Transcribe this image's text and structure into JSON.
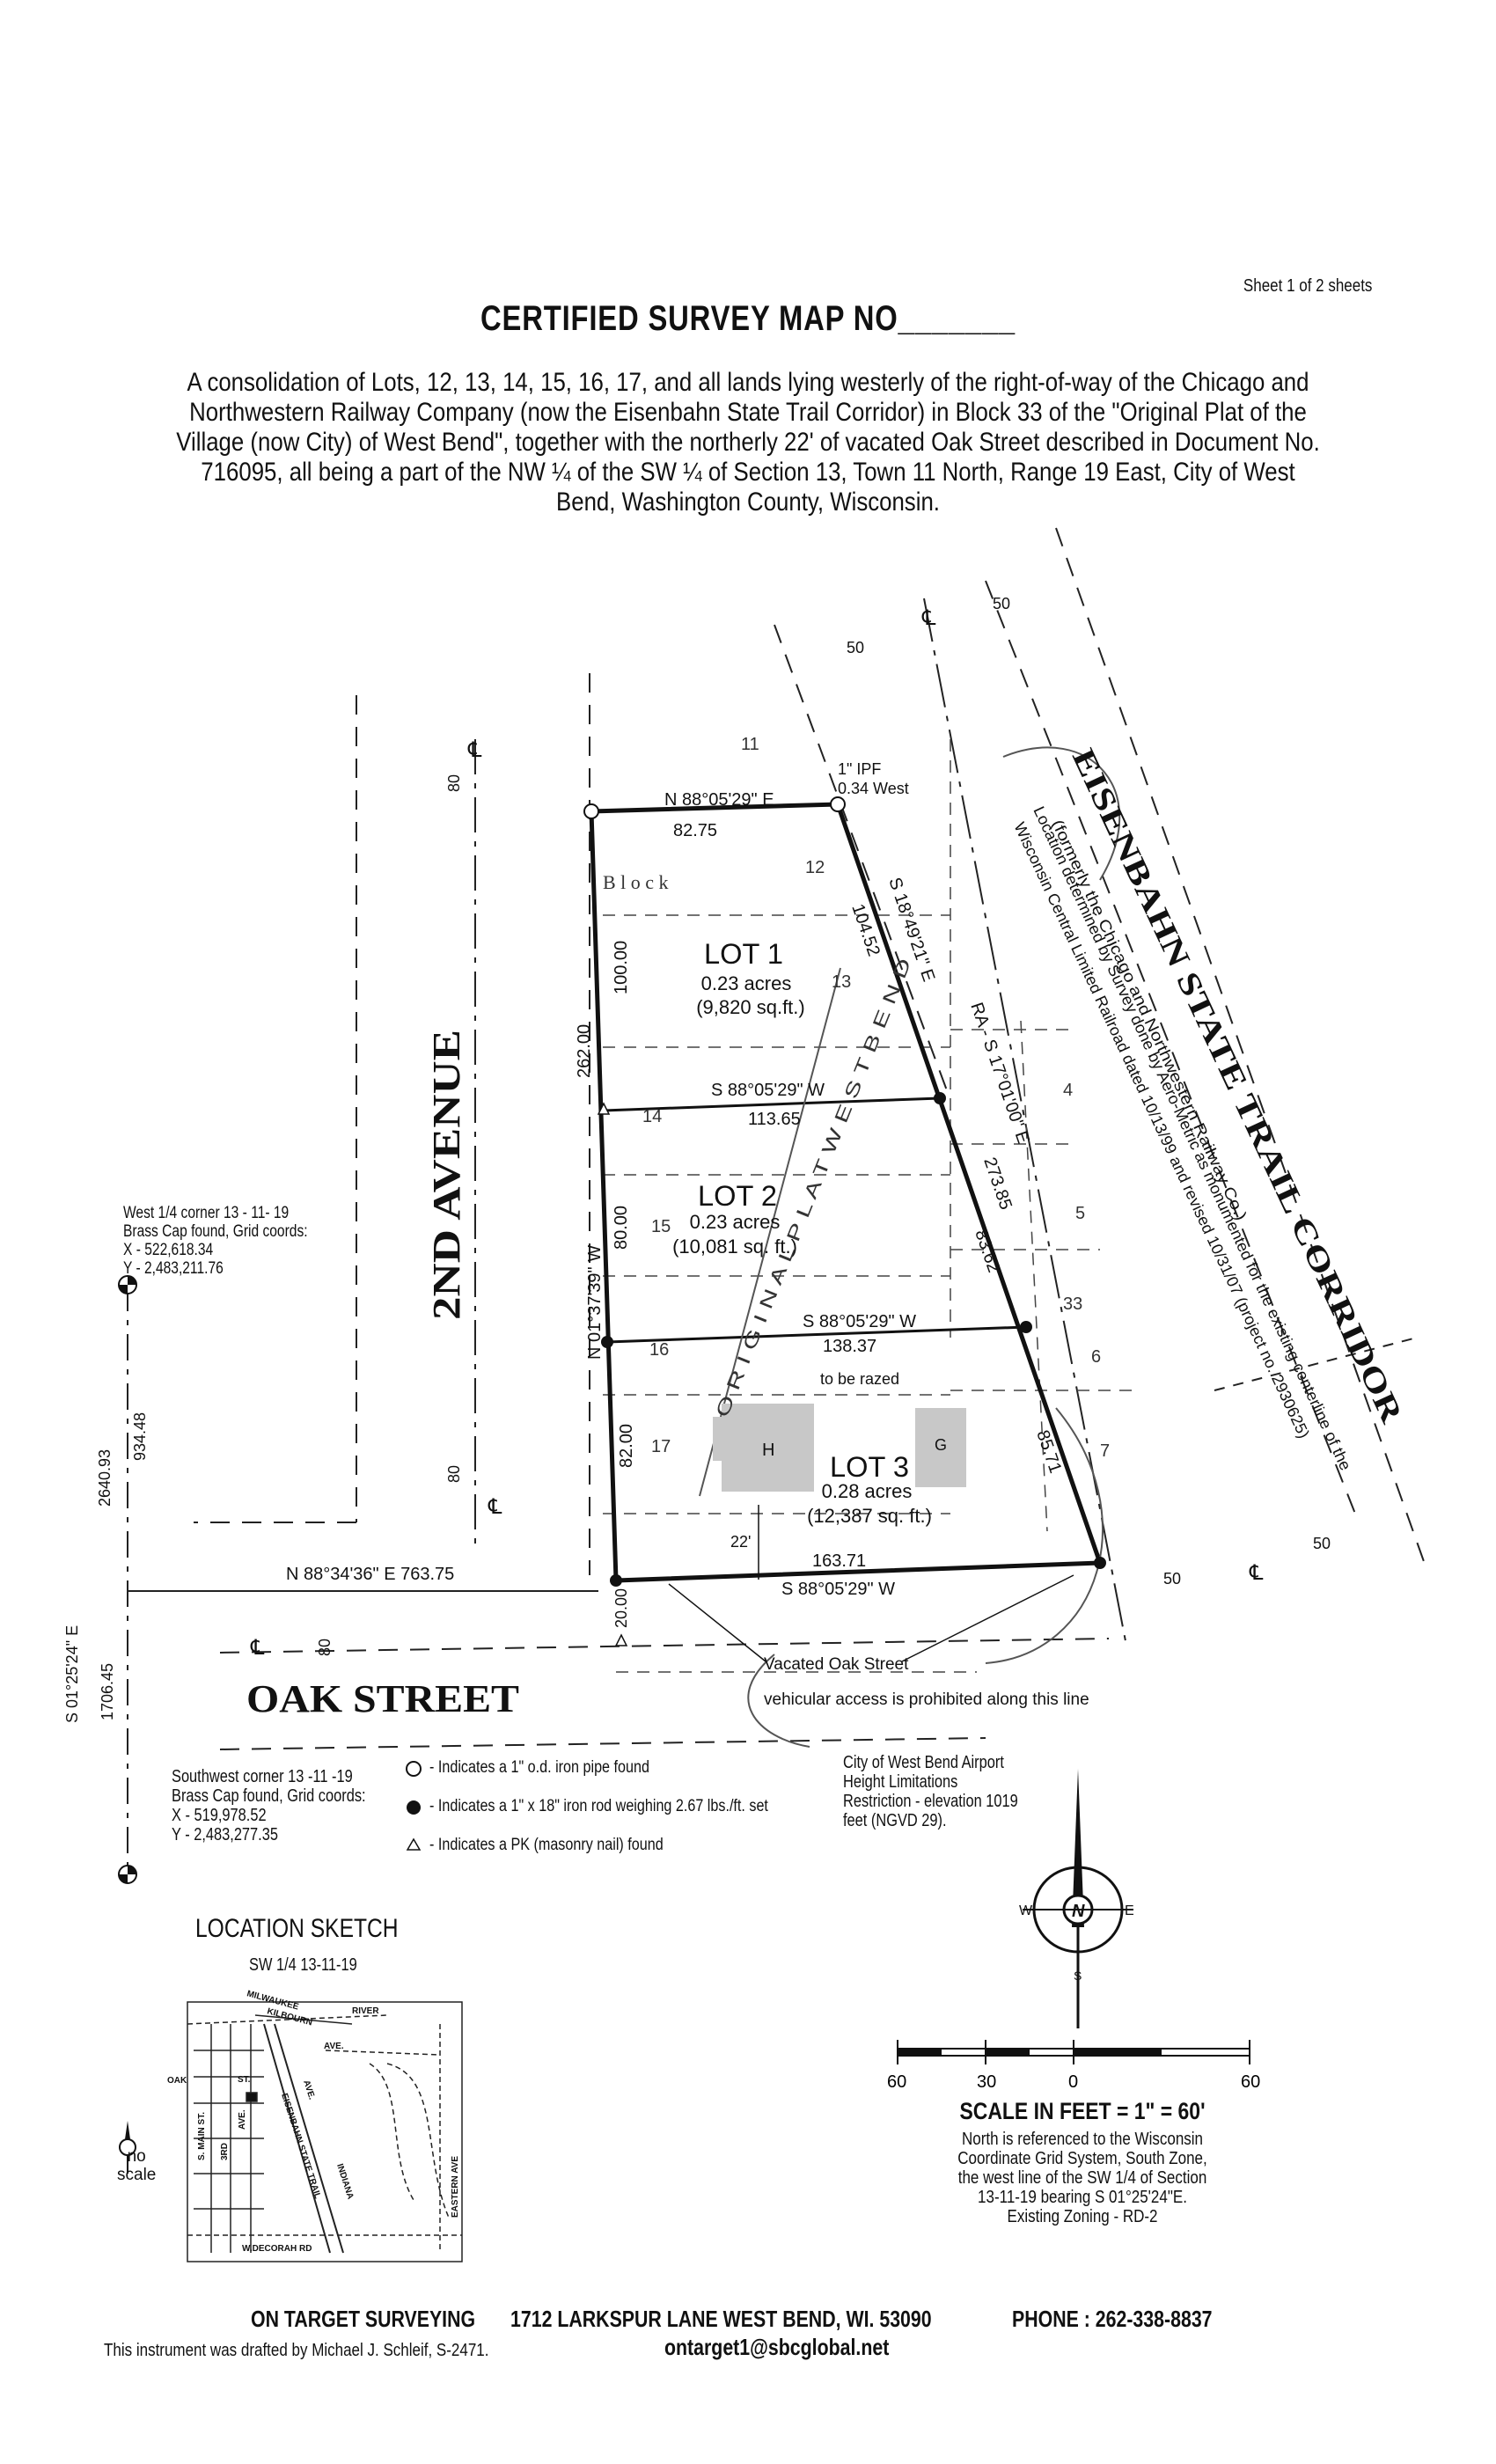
{
  "header": {
    "sheet": "Sheet 1 of 2 sheets",
    "title": "CERTIFIED SURVEY MAP NO_______",
    "description": "A consolidation of Lots, 12, 13, 14, 15, 16, 17, and all lands lying westerly of the right-of-way of the Chicago and Northwestern Railway Company (now the Eisenbahn State Trail Corridor) in Block 33 of the \"Original Plat of the Village (now City) of West Bend\", together with the northerly 22' of vacated Oak Street described in Document No. 716095, all being a part of the NW ¼ of the SW ¼ of Section 13, Town 11 North, Range 19 East, City of West Bend, Washington County, Wisconsin."
  },
  "streets": {
    "avenue": "2ND AVENUE",
    "oak": "OAK STREET",
    "trail": "EISENBAHN STATE TRAIL CORRIDOR",
    "trail_note_1": "(formerly the Chicago and Northwestern Railway Co.)",
    "trail_note_2": "Location determined by Survey done by Aero-Metric as monumented for the existing centerline of the",
    "trail_note_3": "Wisconsin Central Limited Railroad dated 10/13/99 and revised 10/31/07 (project no. 2930625)",
    "width_80": "80",
    "width_50": "50",
    "cl": "℄"
  },
  "lots": [
    {
      "name": "LOT 1",
      "acres": "0.23 acres",
      "sqft": "(9,820 sq.ft.)"
    },
    {
      "name": "LOT 2",
      "acres": "0.23 acres",
      "sqft": "(10,081 sq. ft.)"
    },
    {
      "name": "LOT 3",
      "acres": "0.28 acres",
      "sqft": "(12,387 sq. ft.)"
    }
  ],
  "bearings": {
    "top": "N 88°05'29\" E",
    "top_dist": "82.75",
    "line12": "S 88°05'29\" W",
    "line12_dist": "113.65",
    "line23": "S 88°05'29\" W",
    "line23_dist": "138.37",
    "bottom": "S 88°05'29\" W",
    "bottom_dist": "163.71",
    "west": "N 01°37'39\" W",
    "west_total": "262.00",
    "west_1": "100.00",
    "west_2": "80.00",
    "west_3": "82.00",
    "east": "S 18°49'21\" E",
    "east_1": "104.52",
    "east_2": "83.62",
    "east_3": "85.71",
    "east_total": "273.85",
    "ra": "RA - S 17°01'00\" E",
    "ipf": "1\" IPF",
    "ipf_west": "0.34 West",
    "oak_tie": "N 88°34'36\" E   763.75",
    "oak_20": "20.00",
    "dim_22": "22'",
    "sec_2640": "2640.93",
    "sec_934": "934.48",
    "sec_1706": "1706.45",
    "sec_bearing": "S 01°25'24\" E"
  },
  "lot_numbers": [
    "11",
    "12",
    "13",
    "14",
    "15",
    "16",
    "17",
    "4",
    "5",
    "33",
    "6",
    "7"
  ],
  "plat_labels": {
    "block": "B l o c k",
    "original_plat": "O R I G I N A L   P L A T   W E S T   B E N D",
    "house": "H",
    "garage": "G",
    "razed": "to be razed",
    "vacated": "Vacated Oak Street",
    "access": "vehicular access is prohibited along this line"
  },
  "corners": {
    "west_quarter": [
      "West 1/4 corner 13 - 11- 19",
      "Brass Cap found, Grid coords:",
      "X - 522,618.34",
      "Y - 2,483,211.76"
    ],
    "southwest": [
      "Southwest corner 13 -11 -19",
      "Brass Cap found, Grid coords:",
      "X - 519,978.52",
      "Y - 2,483,277.35"
    ]
  },
  "legend": [
    "- Indicates a 1\" o.d. iron pipe found",
    "- Indicates a 1\" x 18\" iron rod weighing 2.67 lbs./ft. set",
    "- Indicates a PK (masonry nail) found"
  ],
  "airport": [
    "City of West Bend Airport",
    "Height Limitations",
    "Restriction - elevation 1019",
    "feet (NGVD 29)."
  ],
  "north_arrow": {
    "w": "W",
    "n": "N",
    "e": "E",
    "s": "S"
  },
  "scale": {
    "ticks": [
      "60",
      "30",
      "0",
      "60"
    ],
    "title": "SCALE IN FEET = 1\" = 60'",
    "notes": [
      "North is referenced to the Wisconsin",
      "Coordinate Grid System, South Zone,",
      "the west line of the SW 1/4 of Section",
      "13-11-19 bearing S 01°25'24\"E.",
      "Existing Zoning - RD-2"
    ]
  },
  "location_sketch": {
    "title": "LOCATION SKETCH",
    "subtitle": "SW 1/4 13-11-19",
    "no_scale": [
      "no",
      "scale"
    ],
    "labels": {
      "milwaukee": "MILWAUKEE",
      "river": "RIVER",
      "kilbourn": "KILBOURN",
      "ave": "AVE.",
      "oak": "OAK",
      "st": "ST.",
      "main": "S. MAIN ST.",
      "third": "3RD",
      "ave2": "AVE.",
      "trail": "EISENBAHN STATE TRAIL",
      "indiana": "INDIANA",
      "ave3": "AVE.",
      "eastern": "EASTERN AVE",
      "decorah": "W.DECORAH RD"
    }
  },
  "footer": {
    "company": "ON TARGET SURVEYING",
    "address": "1712 LARKSPUR LANE   WEST BEND, WI.   53090",
    "phone": "PHONE : 262-338-8837",
    "email": "ontarget1@sbcglobal.net",
    "drafted": "This instrument was drafted by Michael J. Schleif, S-2471."
  }
}
